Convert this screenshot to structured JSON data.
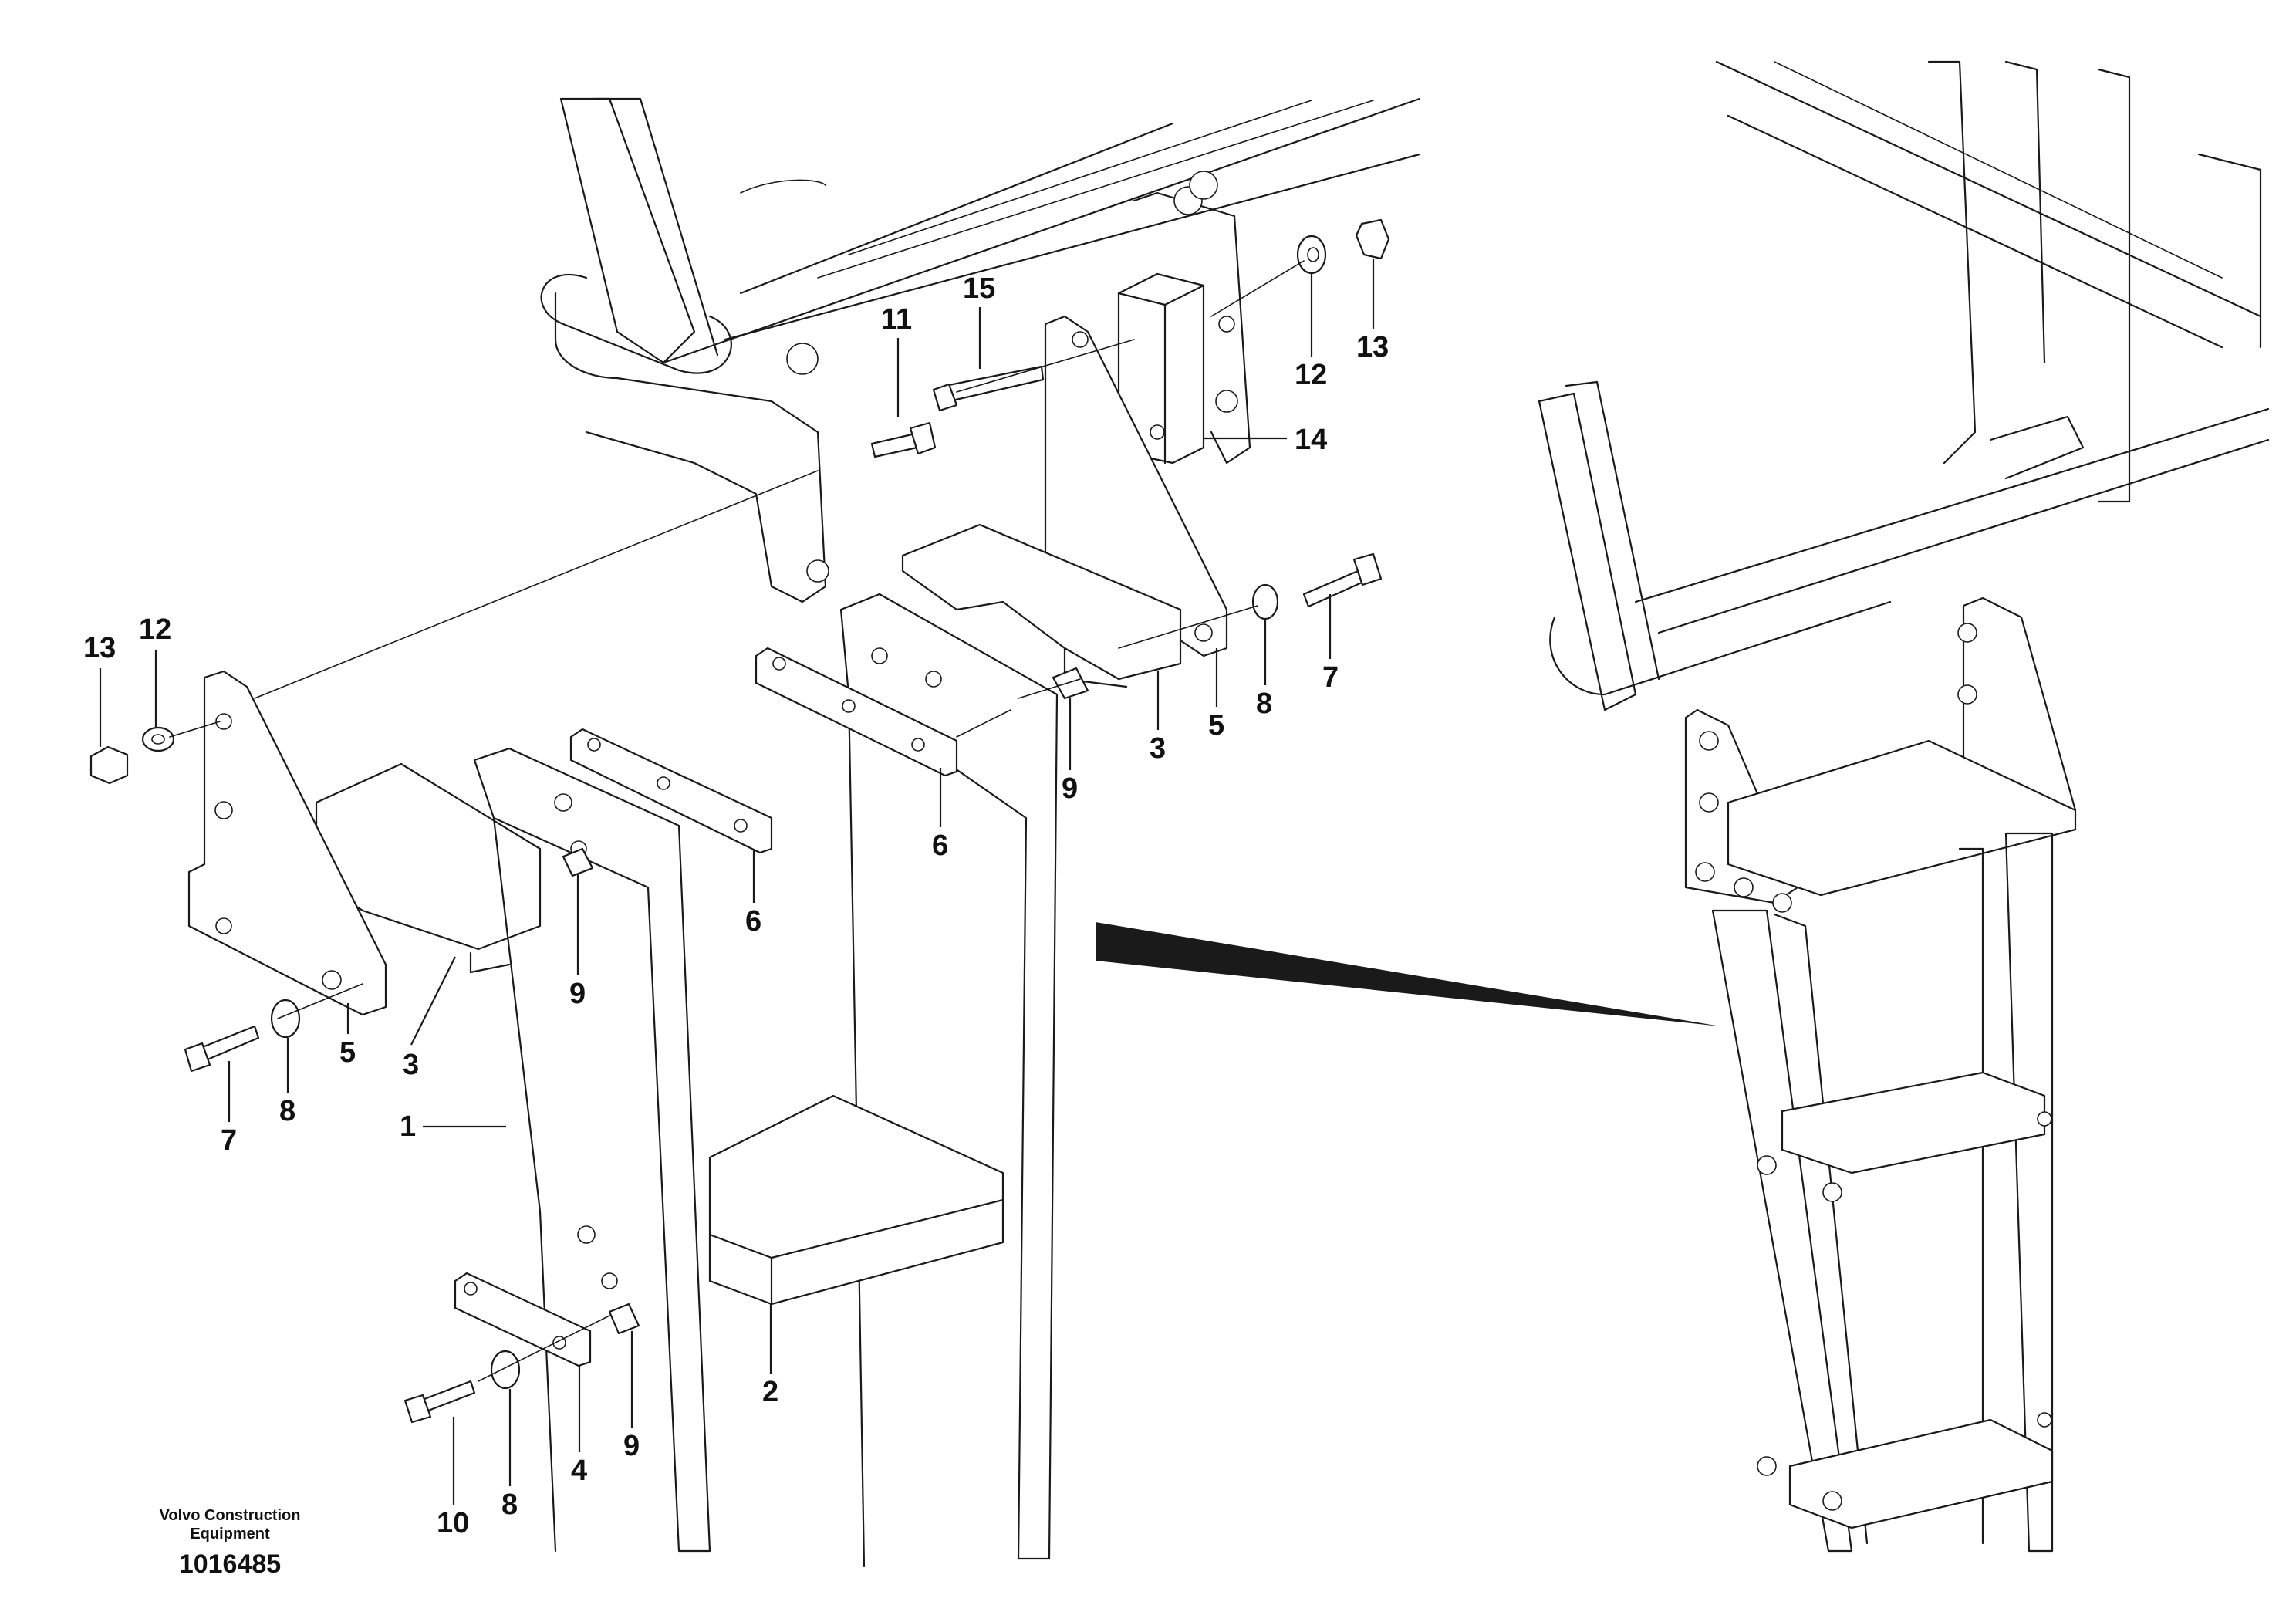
{
  "diagram": {
    "callouts": {
      "c1": "1",
      "c2": "2",
      "c3a": "3",
      "c3b": "3",
      "c4": "4",
      "c5a": "5",
      "c5b": "5",
      "c6a": "6",
      "c6b": "6",
      "c7a": "7",
      "c7b": "7",
      "c8a": "8",
      "c8b": "8",
      "c8c": "8",
      "c9a": "9",
      "c9b": "9",
      "c9c": "9",
      "c10": "10",
      "c11": "11",
      "c12a": "12",
      "c12b": "12",
      "c13a": "13",
      "c13b": "13",
      "c14": "14",
      "c15": "15"
    },
    "publisher_line1": "Volvo Construction",
    "publisher_line2": "Equipment",
    "document_number": "1016485"
  }
}
